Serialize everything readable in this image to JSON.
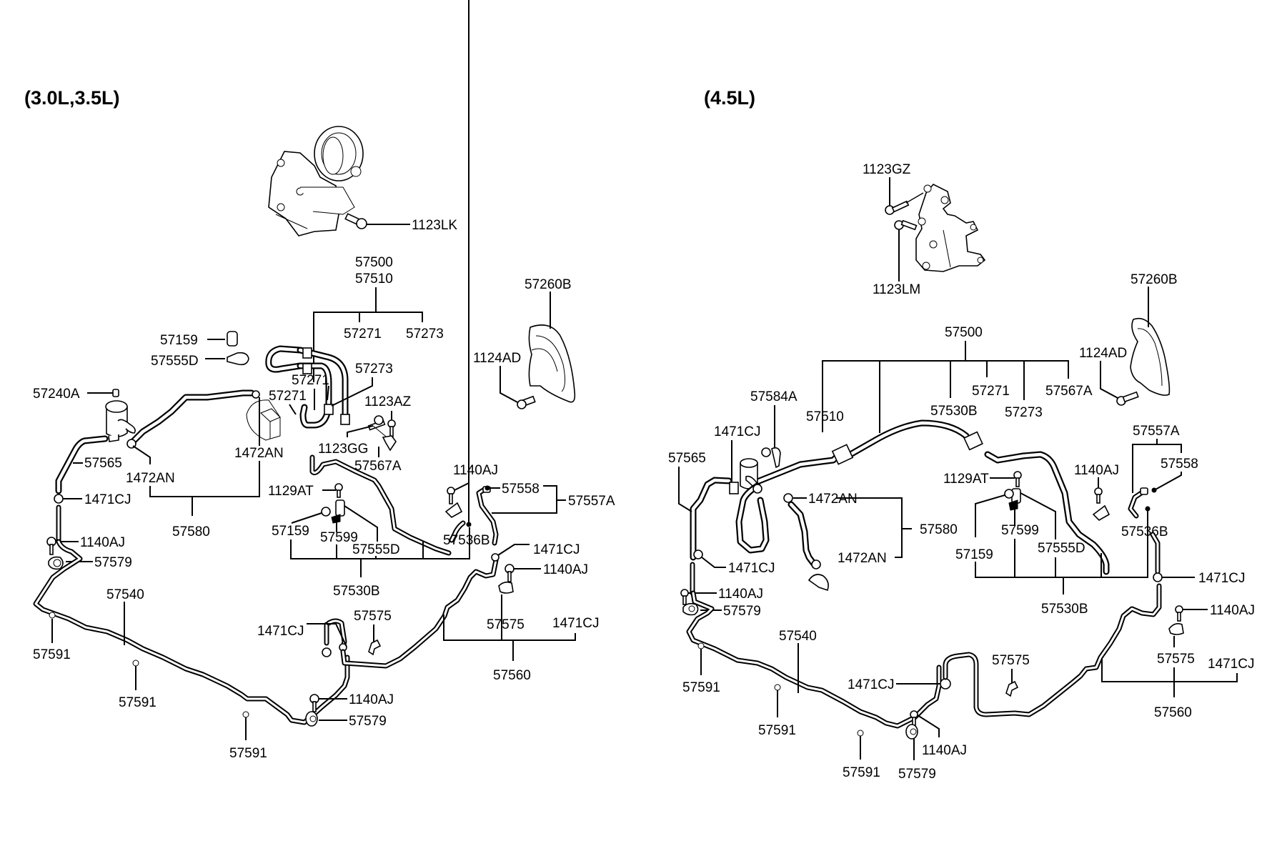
{
  "diagram": {
    "left": {
      "title": "(3.0L,3.5L)",
      "labels": {
        "l_1123LK": "1123LK",
        "l_57500": "57500",
        "l_57510": "57510",
        "l_57271_top": "57271",
        "l_57273_top": "57273",
        "l_57260B": "57260B",
        "l_1124AD": "1124AD",
        "l_57159_top": "57159",
        "l_57555D_top": "57555D",
        "l_57273_mid": "57273",
        "l_57271_a": "57271",
        "l_57271_b": "57271",
        "l_1123AZ": "1123AZ",
        "l_57240A": "57240A",
        "l_1123GG": "1123GG",
        "l_57567A": "57567A",
        "l_57565": "57565",
        "l_1472AN_a": "1472AN",
        "l_1472AN_b": "1472AN",
        "l_57580": "57580",
        "l_1471CJ_a": "1471CJ",
        "l_1129AT": "1129AT",
        "l_1140AJ_a": "1140AJ",
        "l_57558": "57558",
        "l_57557A": "57557A",
        "l_57159_mid": "57159",
        "l_57599": "57599",
        "l_57555D_mid": "57555D",
        "l_57536B": "57536B",
        "l_1140AJ_b": "1140AJ",
        "l_57579_a": "57579",
        "l_57530B": "57530B",
        "l_1471CJ_b": "1471CJ",
        "l_1140AJ_c": "1140AJ",
        "l_57540": "57540",
        "l_57575_a": "57575",
        "l_57575_b": "57575",
        "l_1471CJ_c": "1471CJ",
        "l_1471CJ_d": "1471CJ",
        "l_57591_a": "57591",
        "l_57560": "57560",
        "l_57591_b": "57591",
        "l_1140AJ_d": "1140AJ",
        "l_57579_b": "57579",
        "l_57591_c": "57591"
      }
    },
    "right": {
      "title": "(4.5L)",
      "labels": {
        "r_1123GZ": "1123GZ",
        "r_1123LM": "1123LM",
        "r_57260B": "57260B",
        "r_1124AD": "1124AD",
        "r_57500": "57500",
        "r_57584A": "57584A",
        "r_57510": "57510",
        "r_57530B_top": "57530B",
        "r_57271": "57271",
        "r_57273": "57273",
        "r_57567A": "57567A",
        "r_1471CJ_a": "1471CJ",
        "r_57565": "57565",
        "r_57557A": "57557A",
        "r_57558": "57558",
        "r_1129AT": "1129AT",
        "r_1140AJ_a": "1140AJ",
        "r_1472AN_a": "1472AN",
        "r_57580": "57580",
        "r_57599": "57599",
        "r_57536B": "57536B",
        "r_57159": "57159",
        "r_57555D": "57555D",
        "r_1472AN_b": "1472AN",
        "r_1471CJ_b": "1471CJ",
        "r_1471CJ_c": "1471CJ",
        "r_1140AJ_b": "1140AJ",
        "r_57579_a": "57579",
        "r_57530B": "57530B",
        "r_1140AJ_c": "1140AJ",
        "r_57540": "57540",
        "r_57575_a": "57575",
        "r_57575_b": "57575",
        "r_1471CJ_d": "1471CJ",
        "r_1471CJ_e": "1471CJ",
        "r_57591_a": "57591",
        "r_57560": "57560",
        "r_57591_b": "57591",
        "r_1140AJ_d": "1140AJ",
        "r_57591_c": "57591",
        "r_57579_b": "57579"
      }
    }
  }
}
